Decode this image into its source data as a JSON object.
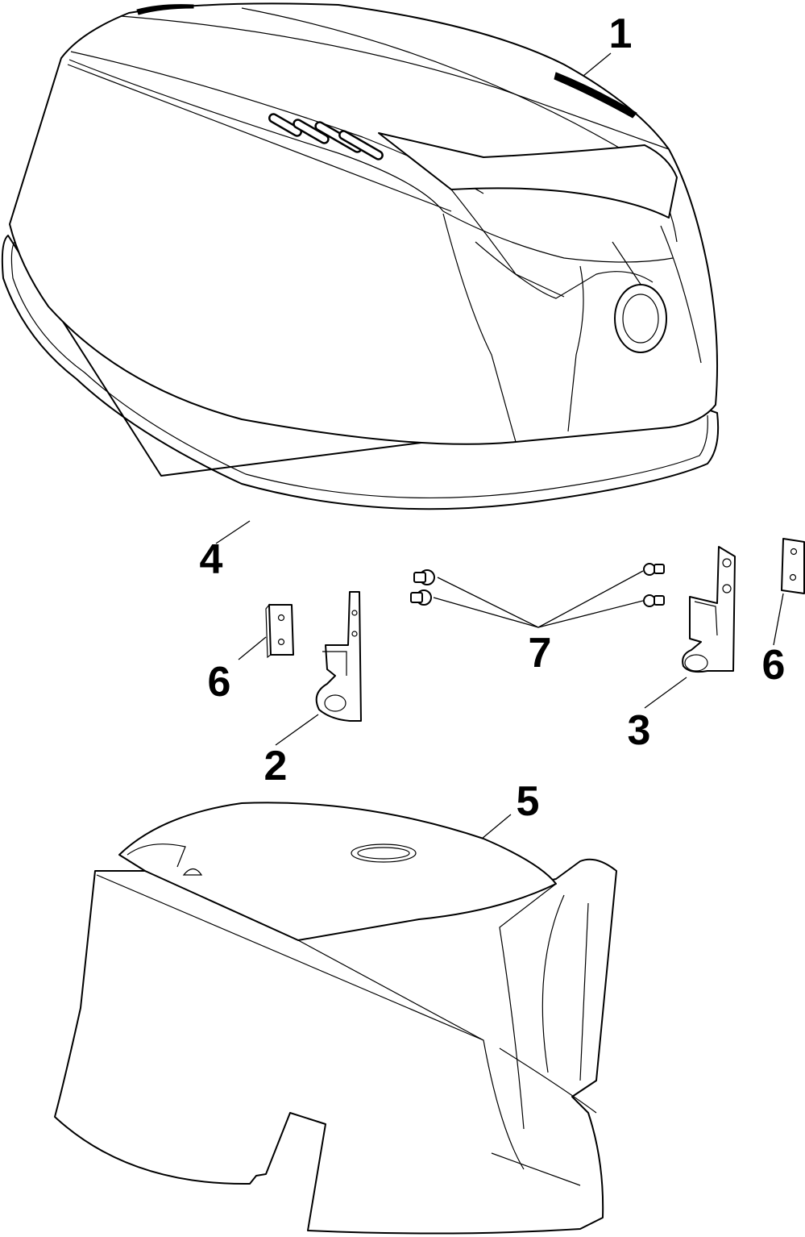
{
  "diagram": {
    "callouts": [
      {
        "id": "1",
        "label": "1"
      },
      {
        "id": "2",
        "label": "2"
      },
      {
        "id": "3",
        "label": "3"
      },
      {
        "id": "4",
        "label": "4"
      },
      {
        "id": "5",
        "label": "5"
      },
      {
        "id": "6a",
        "label": "6"
      },
      {
        "id": "6b",
        "label": "6"
      },
      {
        "id": "7",
        "label": "7"
      }
    ],
    "parts": [
      "top-cowl",
      "cowl-seal",
      "left-latch-bracket",
      "right-latch-bracket",
      "bottom-cowl",
      "left-latch-plate",
      "right-latch-plate",
      "screws"
    ]
  }
}
